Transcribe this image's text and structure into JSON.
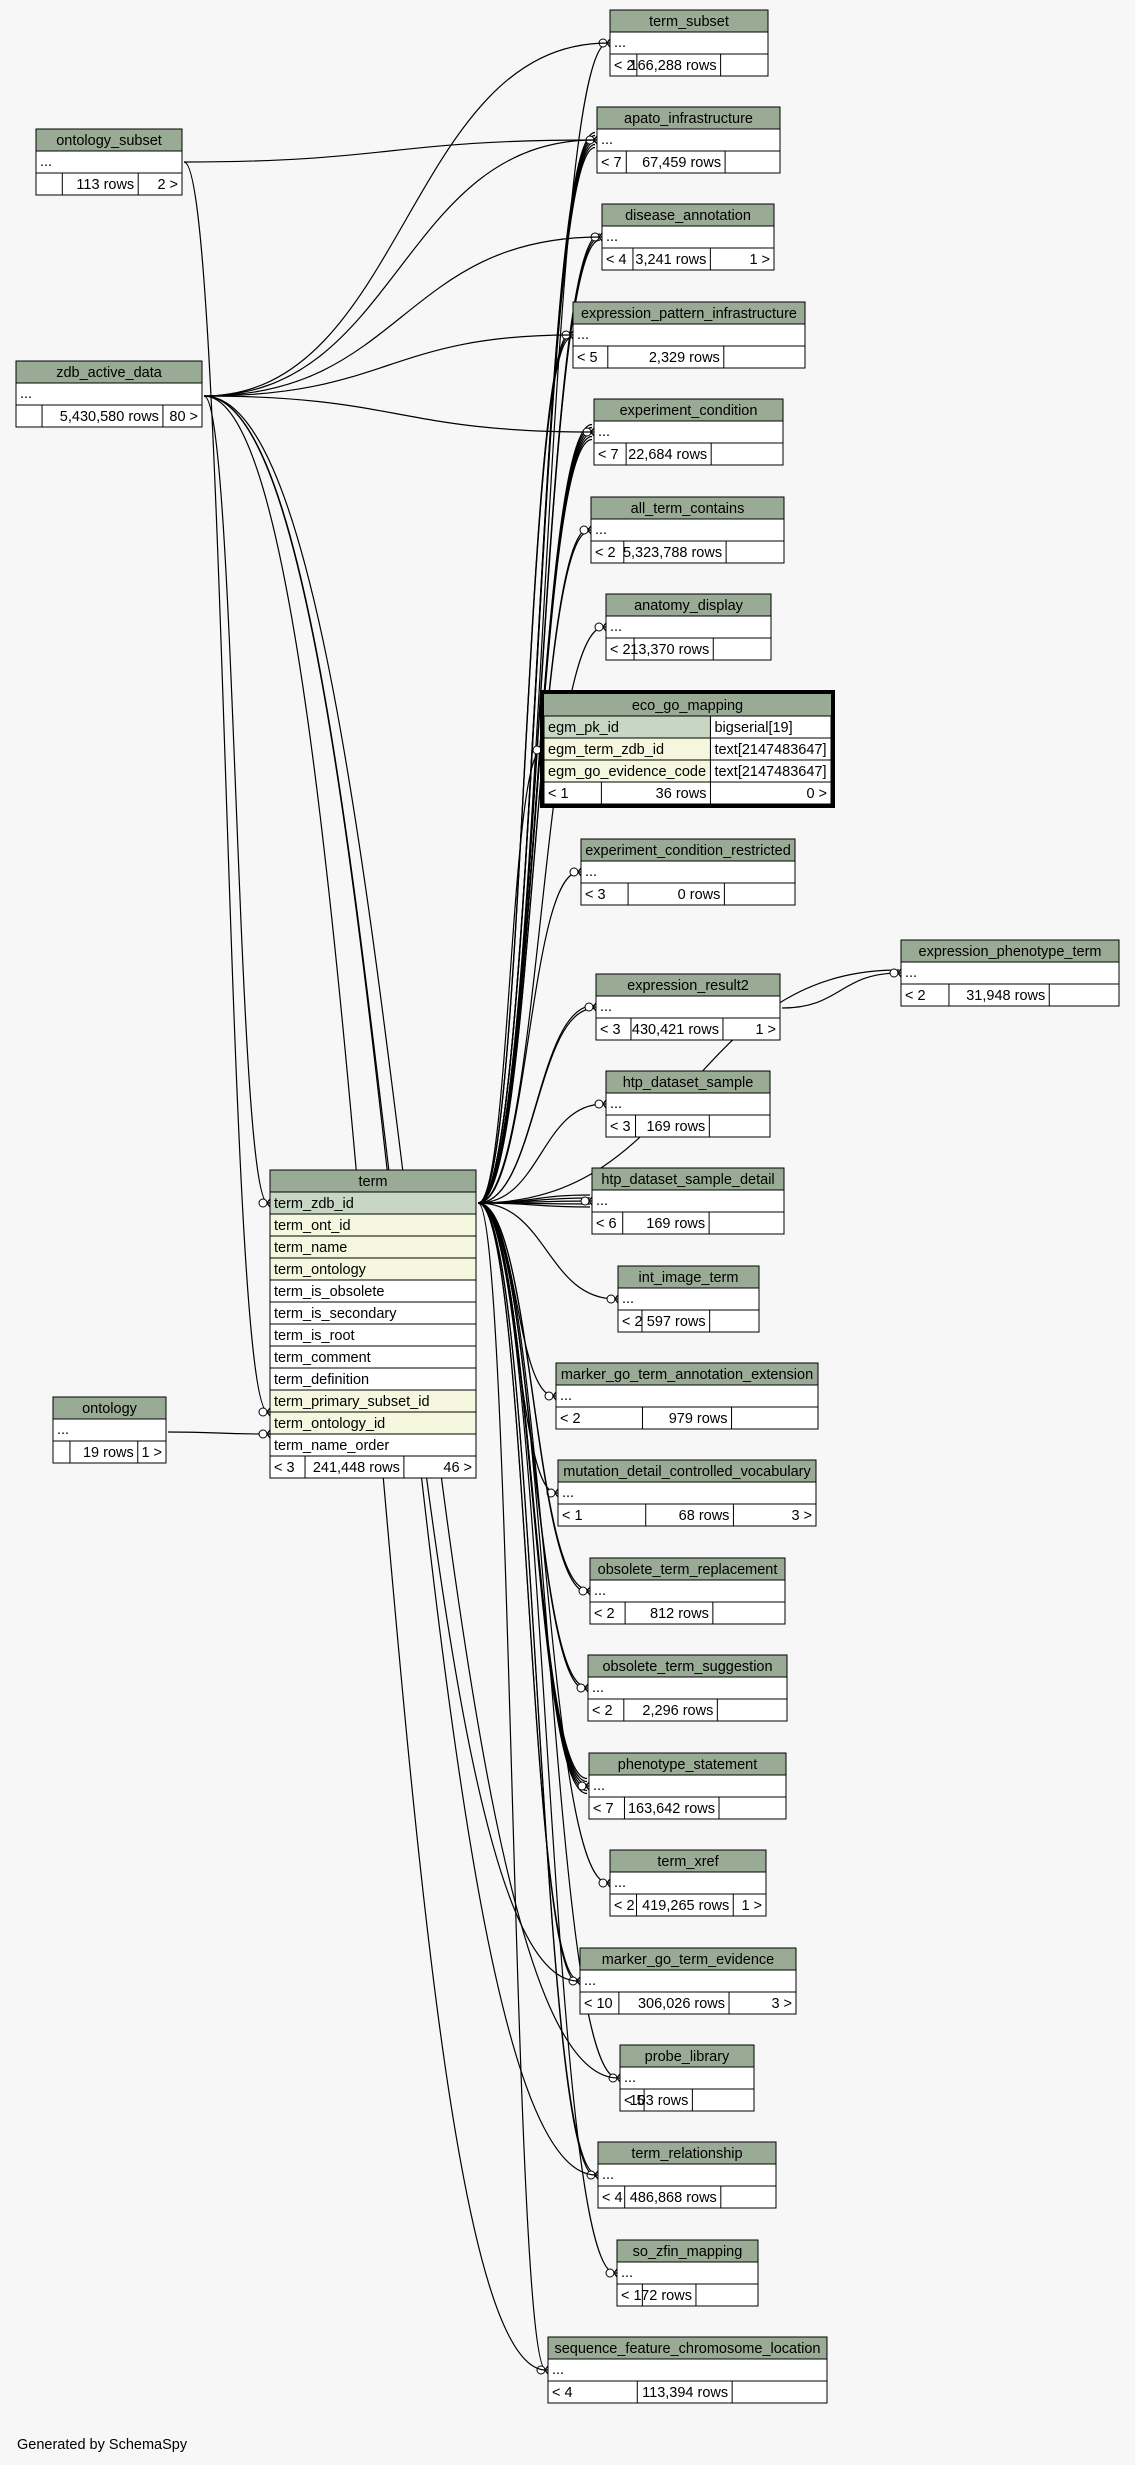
{
  "footer": "Generated by SchemaSpy",
  "focus_table": {
    "name": "eco_go_mapping",
    "rows": [
      [
        "egm_pk_id",
        "bigserial[19]"
      ],
      [
        "egm_term_zdb_id",
        "text[2147483647]"
      ],
      [
        "egm_go_evidence_code",
        "text[2147483647]"
      ]
    ],
    "footer": [
      "< 1",
      "36 rows",
      "0 >"
    ]
  },
  "term_table": {
    "name": "term",
    "columns": [
      "term_zdb_id",
      "term_ont_id",
      "term_name",
      "term_ontology",
      "term_is_obsolete",
      "term_is_secondary",
      "term_is_root",
      "term_comment",
      "term_definition",
      "term_primary_subset_id",
      "term_ontology_id",
      "term_name_order"
    ],
    "footer": [
      "< 3",
      "241,448 rows",
      "46 >"
    ]
  },
  "tables": [
    {
      "name": "term_subset",
      "ellipsis": "...",
      "footer": [
        "< 2",
        "166,288 rows",
        ""
      ]
    },
    {
      "name": "apato_infrastructure",
      "ellipsis": "...",
      "footer": [
        "< 7",
        "67,459 rows",
        ""
      ]
    },
    {
      "name": "disease_annotation",
      "ellipsis": "...",
      "footer": [
        "< 4",
        "3,241 rows",
        "1 >"
      ]
    },
    {
      "name": "expression_pattern_infrastructure",
      "ellipsis": "...",
      "footer": [
        "< 5",
        "2,329 rows",
        ""
      ]
    },
    {
      "name": "experiment_condition",
      "ellipsis": "...",
      "footer": [
        "< 7",
        "22,684 rows",
        ""
      ]
    },
    {
      "name": "all_term_contains",
      "ellipsis": "...",
      "footer": [
        "< 2",
        "5,323,788 rows",
        ""
      ]
    },
    {
      "name": "anatomy_display",
      "ellipsis": "...",
      "footer": [
        "< 2",
        "13,370 rows",
        ""
      ]
    },
    {
      "name": "experiment_condition_restricted",
      "ellipsis": "...",
      "footer": [
        "< 3",
        "0 rows",
        ""
      ]
    },
    {
      "name": "expression_result2",
      "ellipsis": "...",
      "footer": [
        "< 3",
        "430,421 rows",
        "1 >"
      ]
    },
    {
      "name": "expression_phenotype_term",
      "ellipsis": "...",
      "footer": [
        "< 2",
        "31,948 rows",
        ""
      ]
    },
    {
      "name": "htp_dataset_sample",
      "ellipsis": "...",
      "footer": [
        "< 3",
        "169 rows",
        ""
      ]
    },
    {
      "name": "htp_dataset_sample_detail",
      "ellipsis": "...",
      "footer": [
        "< 6",
        "169 rows",
        ""
      ]
    },
    {
      "name": "int_image_term",
      "ellipsis": "...",
      "footer": [
        "< 2",
        "597 rows",
        ""
      ]
    },
    {
      "name": "marker_go_term_annotation_extension",
      "ellipsis": "...",
      "footer": [
        "< 2",
        "979 rows",
        ""
      ]
    },
    {
      "name": "mutation_detail_controlled_vocabulary",
      "ellipsis": "...",
      "footer": [
        "< 1",
        "68 rows",
        "3 >"
      ]
    },
    {
      "name": "obsolete_term_replacement",
      "ellipsis": "...",
      "footer": [
        "< 2",
        "812 rows",
        ""
      ]
    },
    {
      "name": "obsolete_term_suggestion",
      "ellipsis": "...",
      "footer": [
        "< 2",
        "2,296 rows",
        ""
      ]
    },
    {
      "name": "phenotype_statement",
      "ellipsis": "...",
      "footer": [
        "< 7",
        "163,642 rows",
        ""
      ]
    },
    {
      "name": "term_xref",
      "ellipsis": "...",
      "footer": [
        "< 2",
        "419,265 rows",
        "1 >"
      ]
    },
    {
      "name": "marker_go_term_evidence",
      "ellipsis": "...",
      "footer": [
        "< 10",
        "306,026 rows",
        "3 >"
      ]
    },
    {
      "name": "probe_library",
      "ellipsis": "...",
      "footer": [
        "< 5",
        "103 rows",
        ""
      ]
    },
    {
      "name": "term_relationship",
      "ellipsis": "...",
      "footer": [
        "< 4",
        "486,868 rows",
        ""
      ]
    },
    {
      "name": "so_zfin_mapping",
      "ellipsis": "...",
      "footer": [
        "< 1",
        "72 rows",
        ""
      ]
    },
    {
      "name": "sequence_feature_chromosome_location",
      "ellipsis": "...",
      "footer": [
        "< 4",
        "113,394 rows",
        ""
      ]
    },
    {
      "name": "ontology_subset",
      "ellipsis": "...",
      "footer": [
        "",
        "113 rows",
        "2 >"
      ]
    },
    {
      "name": "zdb_active_data",
      "ellipsis": "...",
      "footer": [
        "",
        "5,430,580 rows",
        "80 >"
      ]
    },
    {
      "name": "ontology",
      "ellipsis": "...",
      "footer": [
        "",
        "19 rows",
        "1 >"
      ]
    }
  ],
  "colors": {
    "header": "#9aab95",
    "focus_header": "#9aab95",
    "key_row": "#c8d7c3",
    "fk_row": "#f5f8de",
    "plain_row": "#ffffff",
    "background": "#f7f7f7"
  }
}
